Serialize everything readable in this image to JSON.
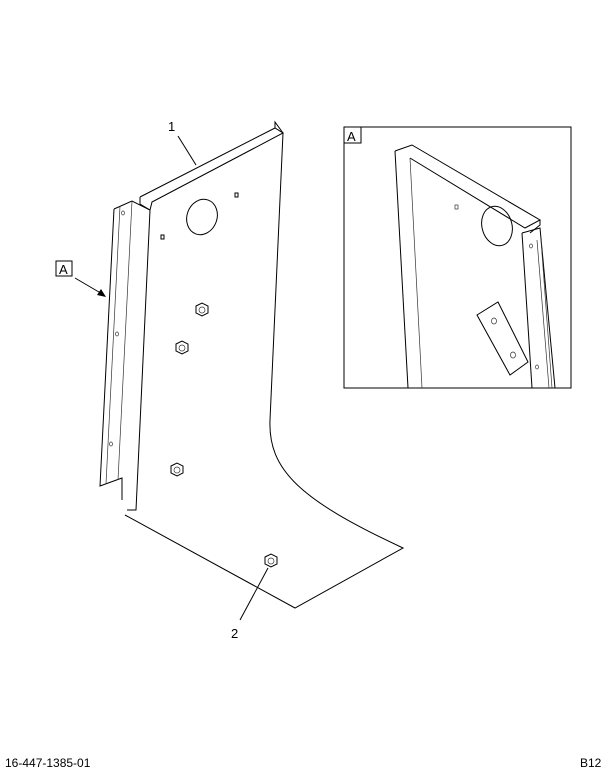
{
  "callouts": {
    "part1": "1",
    "part2": "2"
  },
  "view_labels": {
    "main_ref": "A",
    "detail_ref": "A"
  },
  "footer": {
    "drawing_number": "16-447-1385-01",
    "page_code": "B12"
  }
}
